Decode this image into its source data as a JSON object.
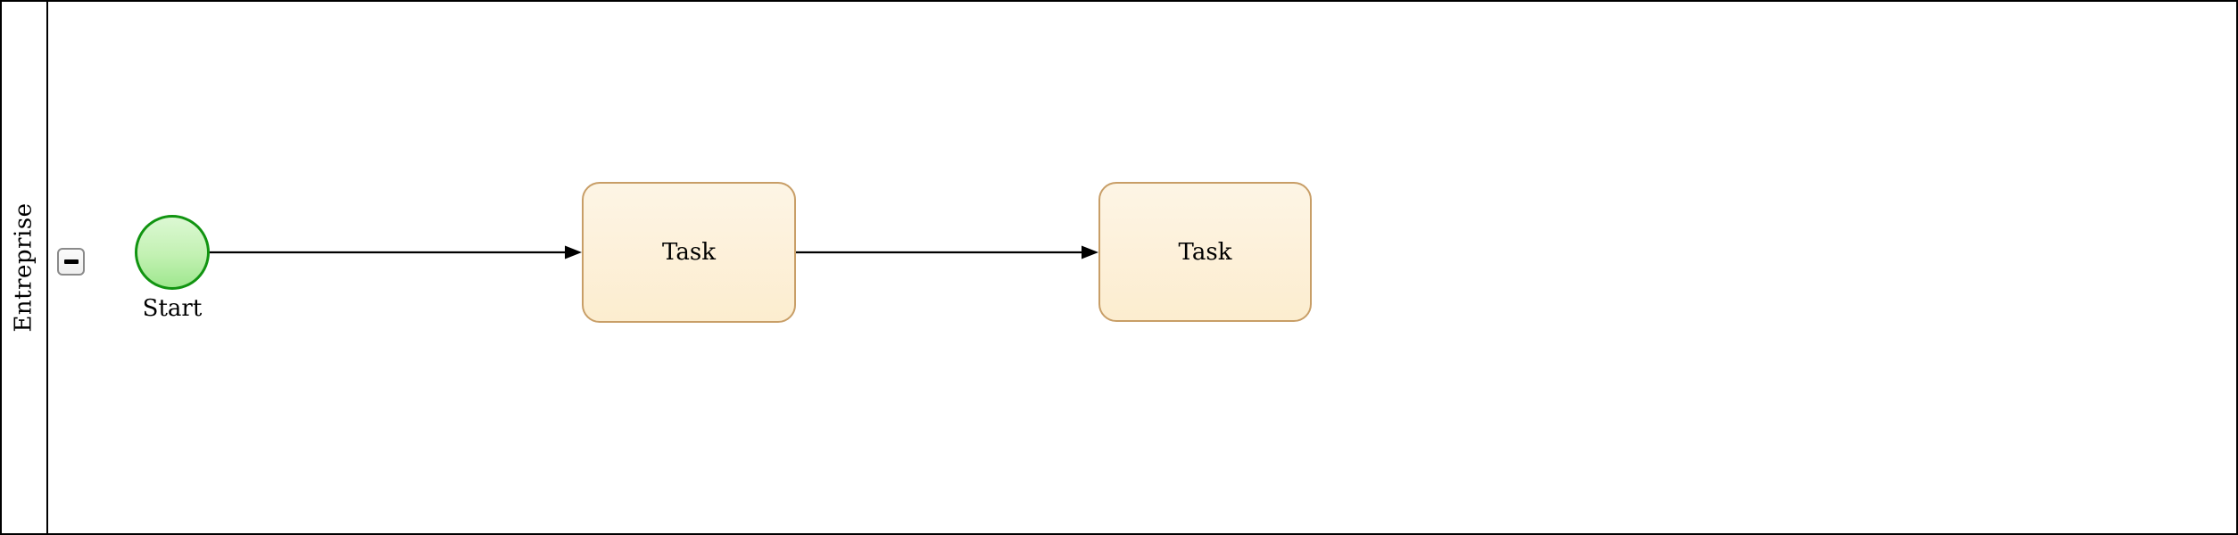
{
  "pool": {
    "label": "Entreprise"
  },
  "lane": {
    "collapse_icon": {
      "name": "collapse-minus-icon",
      "glyph": "−"
    }
  },
  "nodes": {
    "start": {
      "type": "start-event",
      "label": "Start"
    },
    "task1": {
      "type": "task",
      "label": "Task"
    },
    "task2": {
      "type": "task",
      "label": "Task"
    }
  },
  "connectors": [
    {
      "from": "start",
      "to": "task1",
      "direction": "right"
    },
    {
      "from": "task1",
      "to": "task2",
      "direction": "right"
    }
  ],
  "colors": {
    "pool_border": "#000000",
    "lane_divider": "#000000",
    "start_stroke": "#119411",
    "start_fill_top": "#dcf8d3",
    "start_fill_bottom": "#9fe78e",
    "task_stroke": "#c89e67",
    "task_fill_top": "#fdf5e5",
    "task_fill_bottom": "#fcedcf",
    "connector": "#000000",
    "collapse_border": "#8a8a8a",
    "collapse_fill": "#f5f5f5",
    "text": "#000000"
  }
}
